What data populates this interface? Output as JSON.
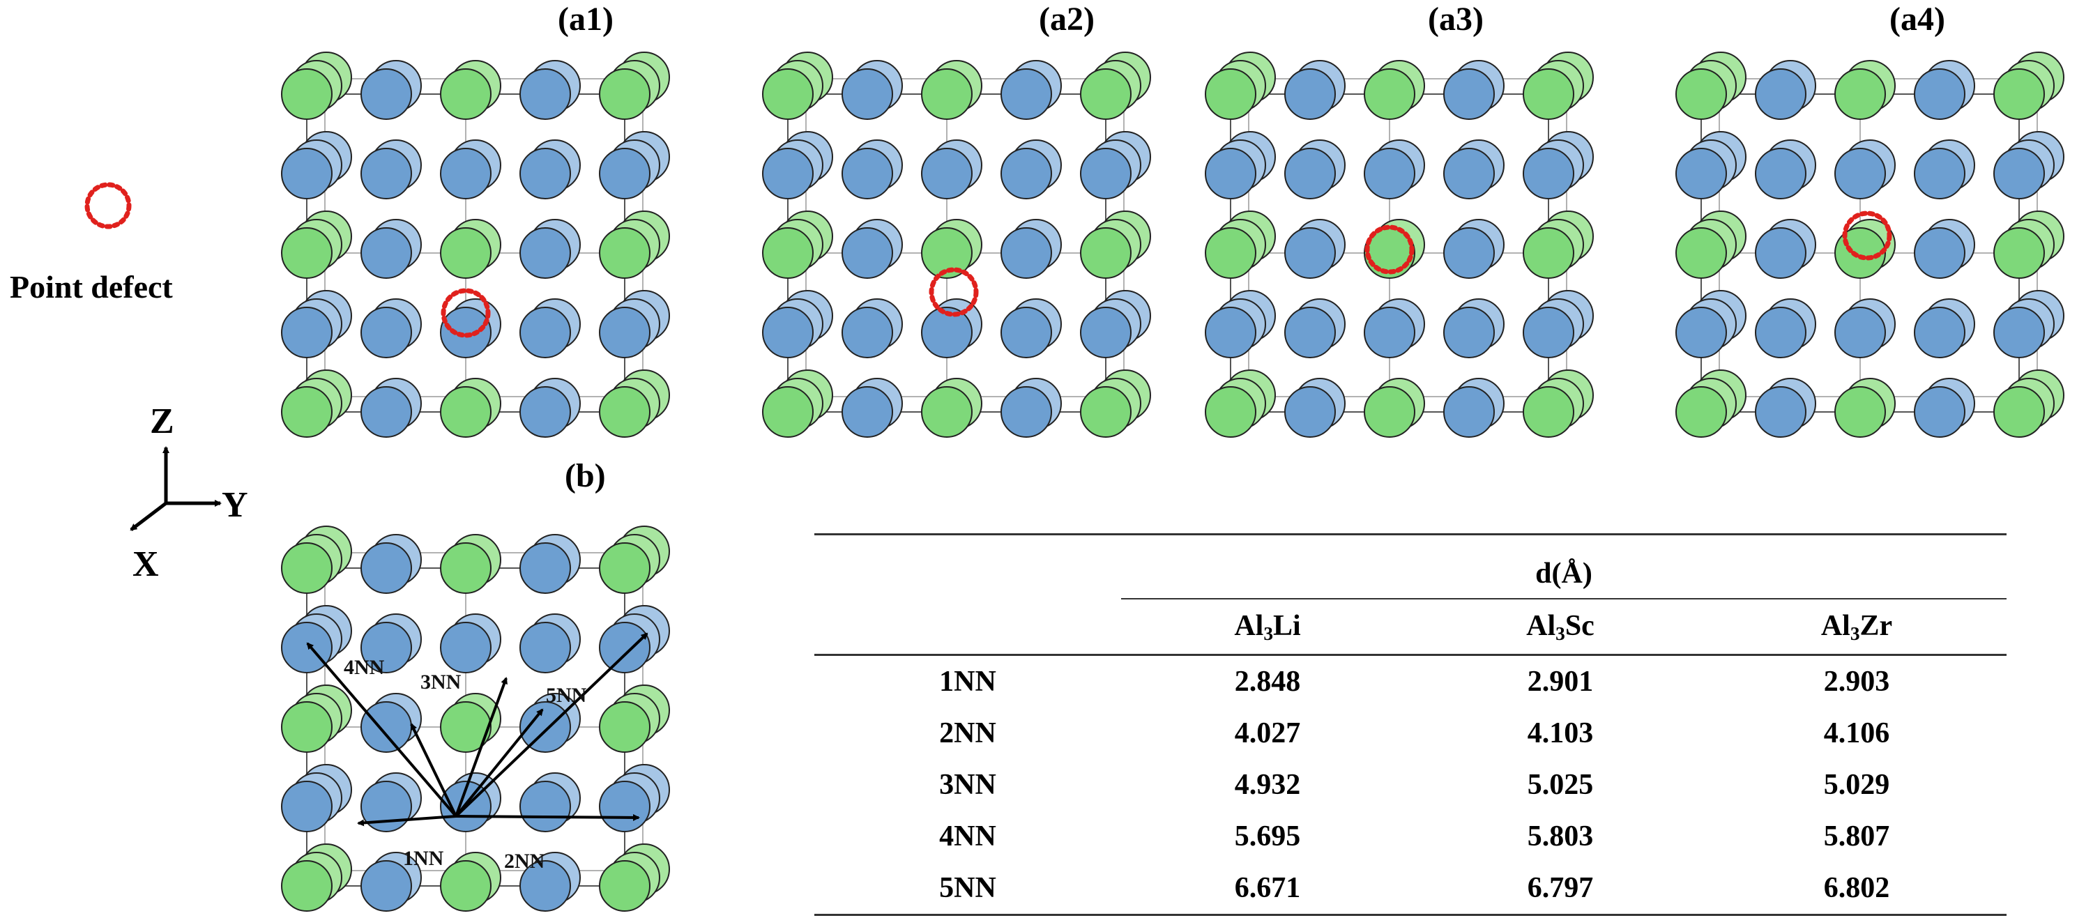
{
  "panels": {
    "a1": "(a1)",
    "a2": "(a2)",
    "a3": "(a3)",
    "a4": "(a4)",
    "b": "(b)"
  },
  "legend": {
    "symbol": "red-dotted-circle",
    "label": "Point defect"
  },
  "axes": {
    "z": "Z",
    "y": "Y",
    "x": "X"
  },
  "neighbor_labels": [
    "1NN",
    "2NN",
    "3NN",
    "4NN",
    "5NN"
  ],
  "colors": {
    "green_atom": "#7ed87a",
    "blue_atom": "#6d9fd1",
    "defect_marker": "#e0211d",
    "cell_line": "#555555"
  },
  "table": {
    "group_header": "d(Å)",
    "columns": [
      {
        "base": "Al",
        "sub": "3",
        "rest": "Li"
      },
      {
        "base": "Al",
        "sub": "3",
        "rest": "Sc"
      },
      {
        "base": "Al",
        "sub": "3",
        "rest": "Zr"
      }
    ],
    "rows": [
      {
        "label": "1NN",
        "values": [
          "2.848",
          "2.901",
          "2.903"
        ]
      },
      {
        "label": "2NN",
        "values": [
          "4.027",
          "4.103",
          "4.106"
        ]
      },
      {
        "label": "3NN",
        "values": [
          "4.932",
          "5.025",
          "5.029"
        ]
      },
      {
        "label": "4NN",
        "values": [
          "5.695",
          "5.803",
          "5.807"
        ]
      },
      {
        "label": "5NN",
        "values": [
          "6.671",
          "6.797",
          "6.802"
        ]
      }
    ]
  }
}
